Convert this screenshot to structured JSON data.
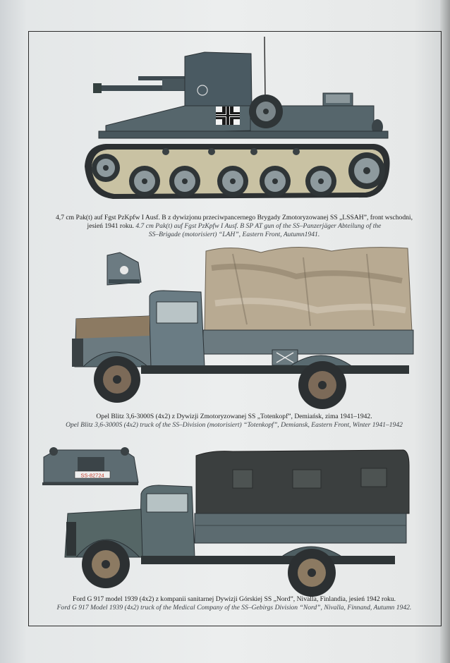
{
  "plates": [
    {
      "caption_pl_a": "4,7 cm Pak(t) auf Fgst PzKpfw I Ausf. B z dywizjonu przeciwpancernego Brygady Zmotoryzowanej SS „LSSAH”, front wschodni,",
      "caption_pl_b": "jesień 1941 roku.",
      "caption_en_a": "4.7 cm Pak(t) auf Fgst PzKpfw I Ausf. B SP AT gun of the SS–Panzerjäger Abteilung of the",
      "caption_en_b": "SS–Brigade (motorisiert) “LAH”, Eastern Front, Autumn1941."
    },
    {
      "caption_pl": "Opel Blitz 3,6-3000S (4x2) z Dywizji Zmotoryzowanej SS „Totenkopf”, Demiańsk, zima 1941–1942.",
      "caption_en": "Opel Blitz 3,6-3000S (4x2) truck of the SS–Division (motorisiert) “Totenkopf”, Demiansk, Eastern Front, Winter 1941–1942"
    },
    {
      "plate_text": "SS-82724",
      "caption_pl": "Ford G 917 model 1939 (4x2) z kompanii sanitarnej Dywizji Górskiej  SS „Nord”, Nivalla, Finlandia, jesień 1942 roku.",
      "caption_en": "Ford G 917 Model 1939 (4x2) truck of the Medical Company of the SS–Gebirgs Division “Nord”, Nivalla, Finnand, Autumn 1942."
    }
  ],
  "colors": {
    "panzer_grey": "#4f5e64",
    "tracks": "#2c3032",
    "tarp_camo": "#b8aa92",
    "ford_tarp": "#3b3f3f",
    "ford_body": "#556666"
  }
}
